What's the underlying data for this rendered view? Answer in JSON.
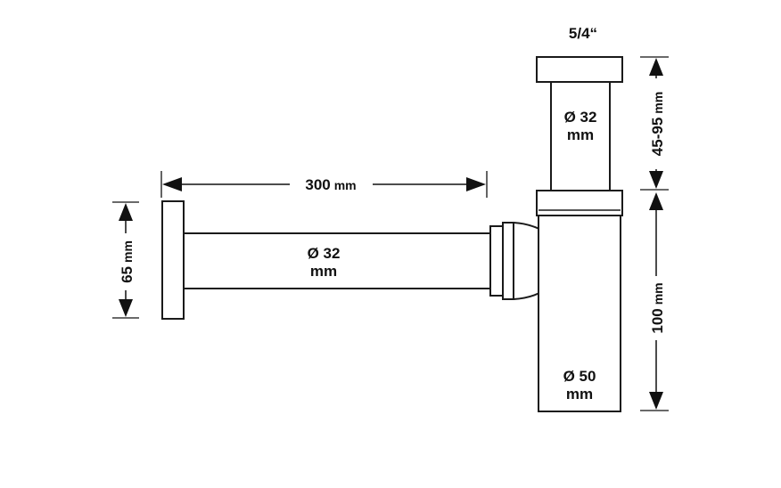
{
  "diagram": {
    "top_thread_label": "5/4“",
    "upper_pipe_label": {
      "line1": "Ø 32",
      "line2": "mm"
    },
    "horizontal_pipe_label": {
      "line1": "Ø 32",
      "line2": "mm"
    },
    "trap_body_label": {
      "line1": "Ø 50",
      "line2": "mm"
    },
    "dim_length": {
      "value": "300",
      "unit": "mm"
    },
    "dim_flange_height": {
      "value": "65",
      "unit": "mm"
    },
    "dim_adjustable": {
      "value": "45-95",
      "unit": "mm"
    },
    "dim_body_height": {
      "value": "100",
      "unit": "mm"
    }
  },
  "colors": {
    "line": "#1a1a1a",
    "background": "#ffffff"
  }
}
